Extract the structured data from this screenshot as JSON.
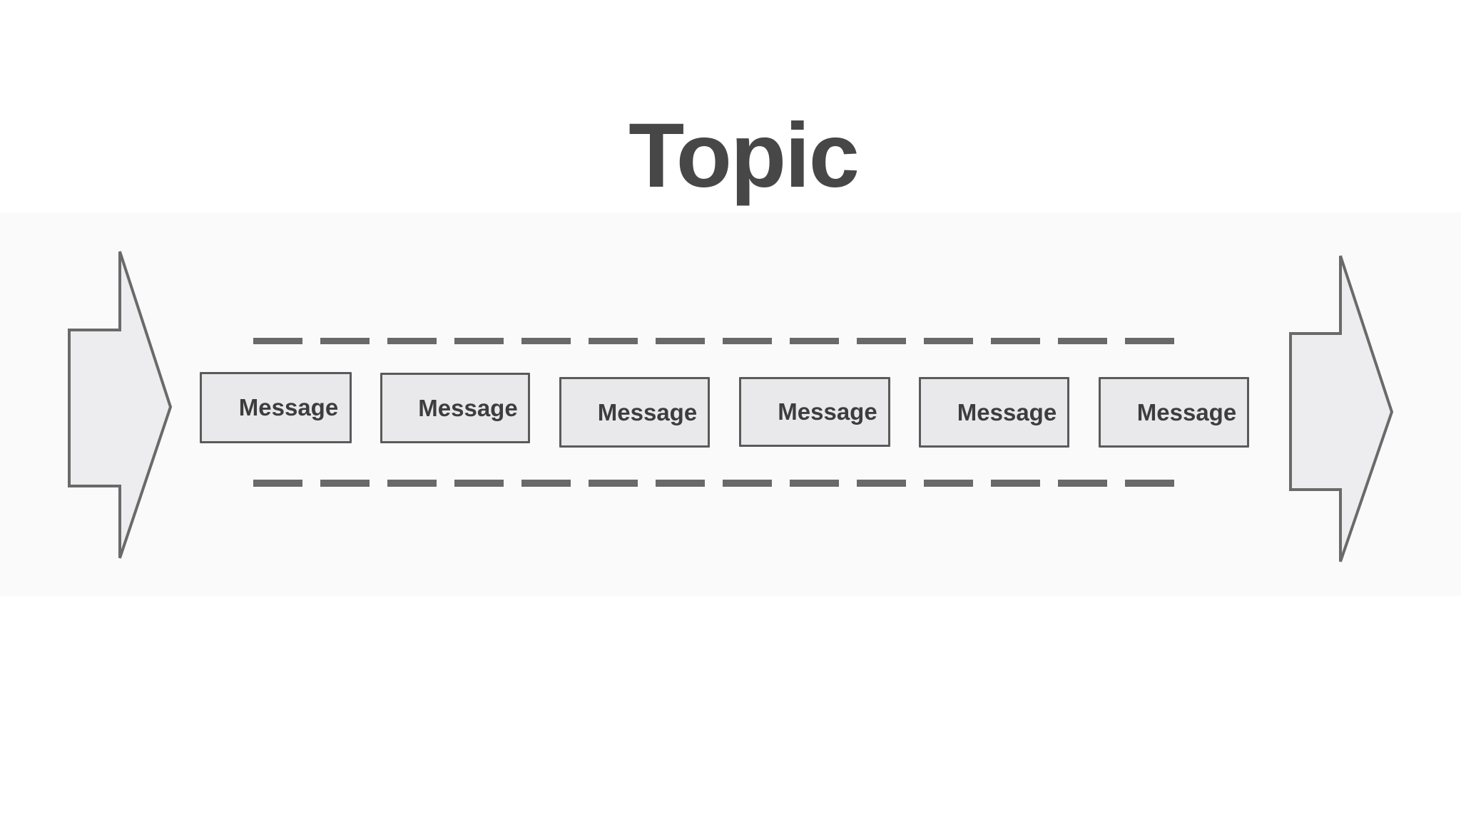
{
  "title": {
    "text": "Topic"
  },
  "topic_stream": {
    "messages": [
      "Message",
      "Message",
      "Message",
      "Message",
      "Message",
      "Message"
    ],
    "inflow_icon": "arrow-right-icon",
    "outflow_icon": "arrow-right-icon"
  },
  "colors": {
    "background": "#ffffff",
    "title_text": "#474747",
    "message_text": "#3d3d3d",
    "box_fill": "#e9e8ea",
    "box_border": "#5a5a5a",
    "dash_line": "#696969",
    "arrow_fill": "#edecee",
    "arrow_outline": "#6a6a6a"
  }
}
